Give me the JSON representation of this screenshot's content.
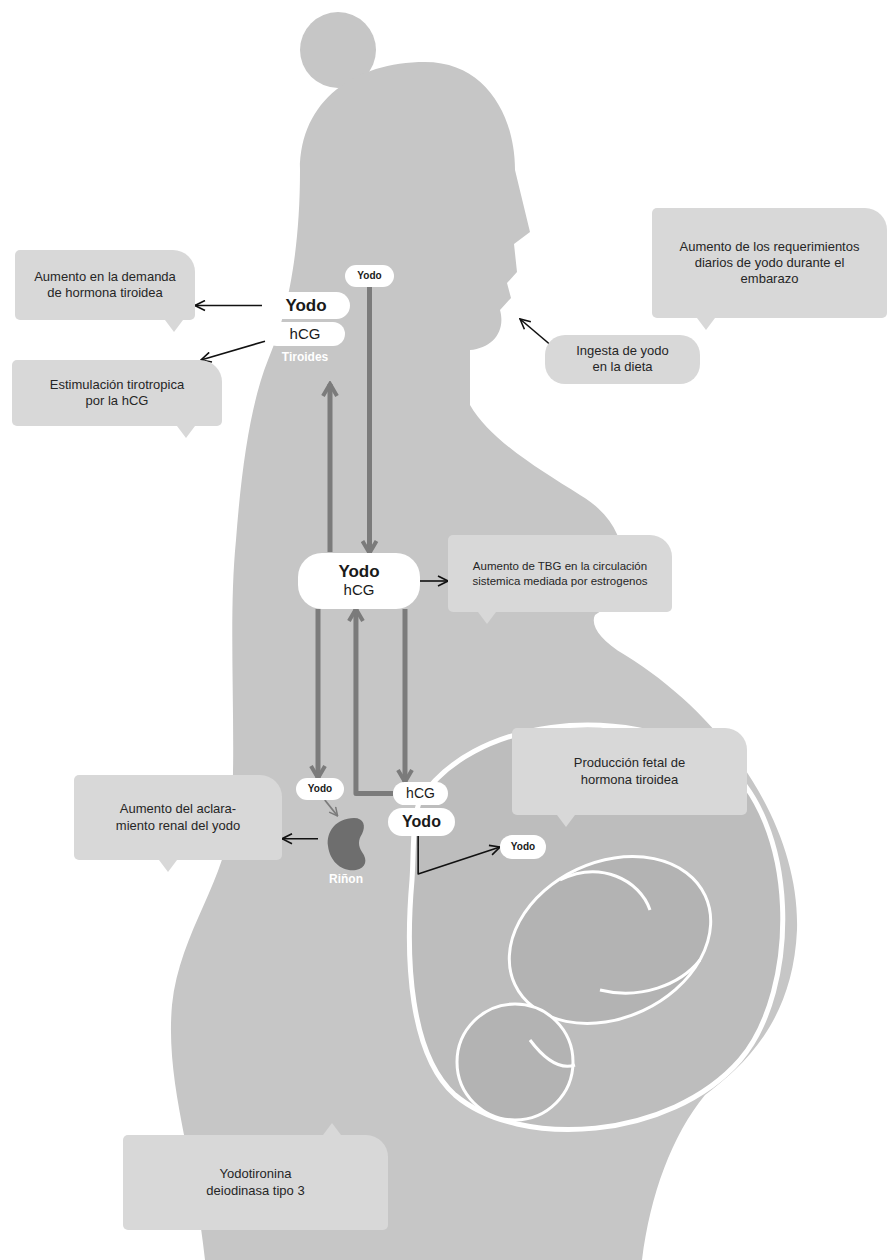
{
  "diagram": {
    "nodes": [
      {
        "text": [
          "Yodo"
        ]
      },
      {
        "text": [
          "Aumento de los requerimientos diarios de yodo durante el embarazo"
        ]
      },
      {
        "text": [
          "Aumento en la demanda de hormona tiroidea"
        ]
      },
      {
        "text": [
          "Yodo"
        ]
      },
      {
        "text": [
          "hCG"
        ]
      },
      {
        "text": [
          "Ingesta de yodo en la dieta"
        ]
      },
      {
        "text": [
          "Estimulación tirotropica por la hCG"
        ]
      },
      {
        "text": [
          "Aumento de TBG en la circulación sistemica mediada por estrogenos"
        ]
      },
      {
        "text": [
          "Yodo",
          "hCG"
        ]
      },
      {
        "text": [
          "Yodo"
        ]
      },
      {
        "text": [
          "hCG"
        ]
      },
      {
        "text": [
          "Producción fetal de hormona tiroidea"
        ]
      },
      {
        "text": [
          "Yodo"
        ]
      },
      {
        "text": [
          "Riñon"
        ]
      },
      {
        "text": [
          "Aumento del aclara- miento renal del yodo"
        ]
      },
      {
        "text": [
          "Yodo"
        ]
      },
      {
        "text": [
          "Yodotironina deiodinasa tipo 3"
        ]
      }
    ],
    "edges": [
      {
        "from": 0,
        "to": 8,
        "arrow": "to"
      },
      {
        "from": 3,
        "to": 2,
        "arrow": "to"
      },
      {
        "from": 4,
        "to": 6,
        "arrow": "to"
      },
      {
        "from": 8,
        "to": 7,
        "arrow": "to"
      },
      {
        "from": 8,
        "to": 9,
        "arrow": "to"
      },
      {
        "from": 8,
        "to": 10,
        "arrow": "to"
      },
      {
        "from": 10,
        "to": 8,
        "arrow": "to"
      },
      {
        "from": 9,
        "to": 13,
        "arrow": "to"
      },
      {
        "from": 13,
        "to": 14,
        "arrow": "to"
      },
      {
        "from": 12,
        "to": 15,
        "arrow": "to"
      }
    ],
    "labels": [
      "Tiroides"
    ]
  }
}
